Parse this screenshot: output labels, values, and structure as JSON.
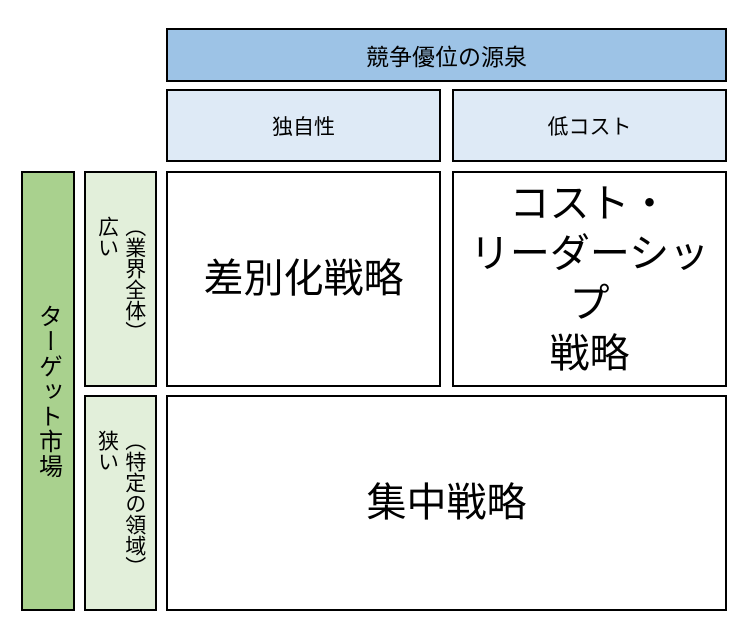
{
  "matrix": {
    "top_header": {
      "label": "競争優位の源泉"
    },
    "column_headers": [
      {
        "label": "独自性"
      },
      {
        "label": "低コスト"
      }
    ],
    "row_axis": {
      "label": "ターゲット市場"
    },
    "row_headers": [
      {
        "label": "広い\n（業界全体）"
      },
      {
        "label": "狭い\n（特定の領域）"
      }
    ],
    "cells": [
      {
        "label": "差別化戦略"
      },
      {
        "label": "コスト・\nリーダーシップ\n戦略"
      },
      {
        "label": "集中戦略"
      }
    ],
    "colors": {
      "header_blue": "#9DC3E6",
      "subheader_blue": "#DEEAF6",
      "axis_green": "#A9D18E",
      "row_label_green": "#E2EFDA",
      "cell_background": "#FFFFFF",
      "border": "#000000",
      "text": "#000000"
    }
  }
}
